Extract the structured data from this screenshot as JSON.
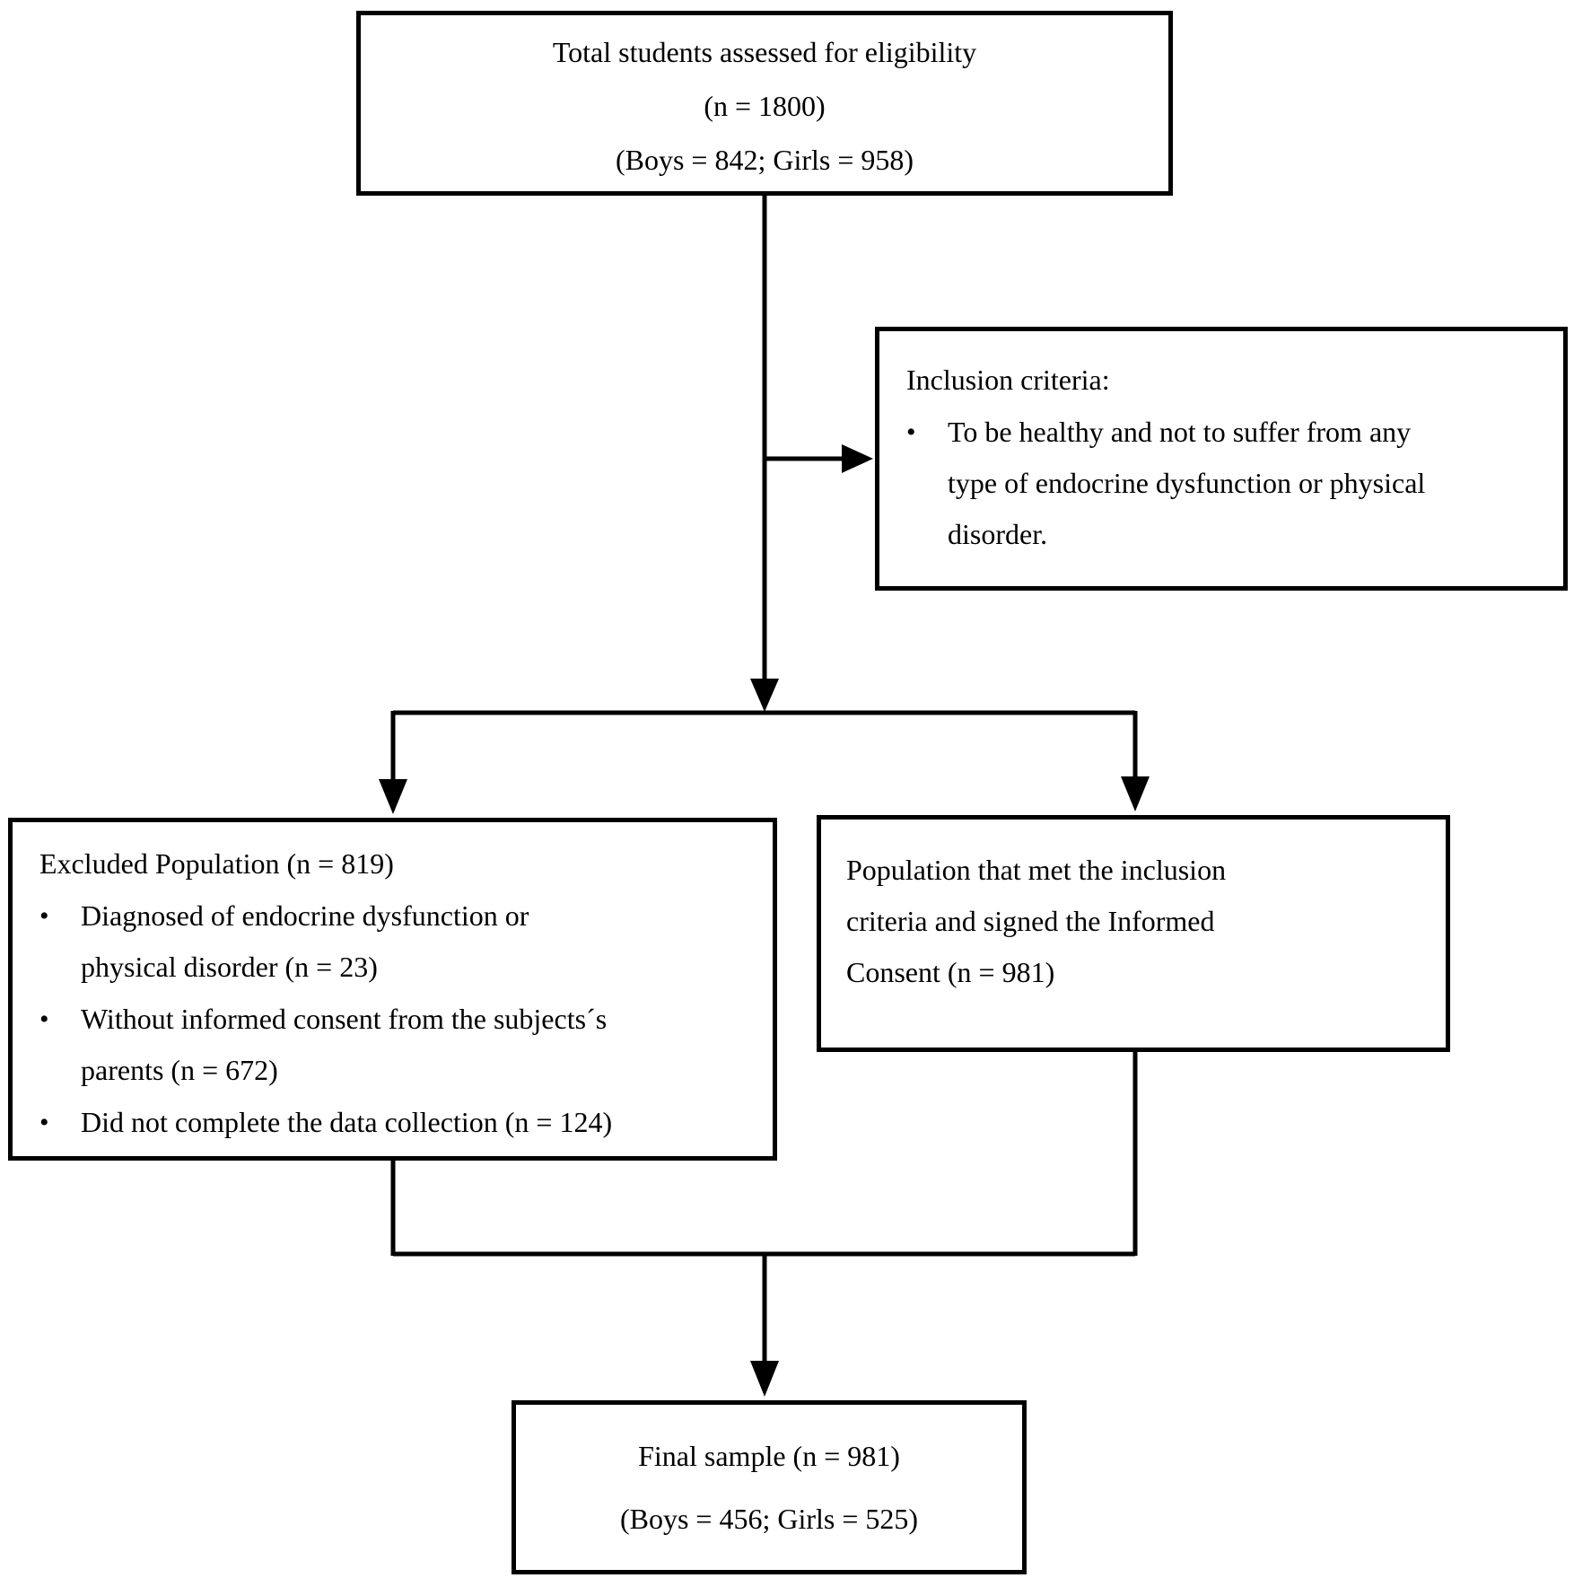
{
  "figure": {
    "bullet_glyph": "•",
    "colors": {
      "line": "#000000",
      "box_border": "#000000",
      "background": "#ffffff",
      "text": "#000000"
    },
    "boxes": {
      "total": {
        "line1": "Total students assessed for eligibility",
        "line2": "(n = 1800)",
        "line3": "(Boys = 842; Girls = 958)"
      },
      "inclusion": {
        "title": "Inclusion criteria:",
        "items": [
          {
            "text": "To be healthy and not to suffer from any\ntype of endocrine dysfunction or physical\ndisorder."
          }
        ]
      },
      "excluded": {
        "title": "Excluded Population (n = 819)",
        "items": [
          {
            "text": "Diagnosed of endocrine dysfunction or\nphysical disorder (n = 23)"
          },
          {
            "text": "Without informed consent from the subjects´s\nparents (n = 672)"
          },
          {
            "text": "Did not complete the data collection (n = 124)"
          }
        ]
      },
      "included": {
        "text": "Population that met the inclusion\ncriteria and signed the Informed\nConsent (n = 981)"
      },
      "final": {
        "line1": "Final sample (n = 981)",
        "line2": "(Boys = 456; Girls = 525)"
      }
    }
  }
}
